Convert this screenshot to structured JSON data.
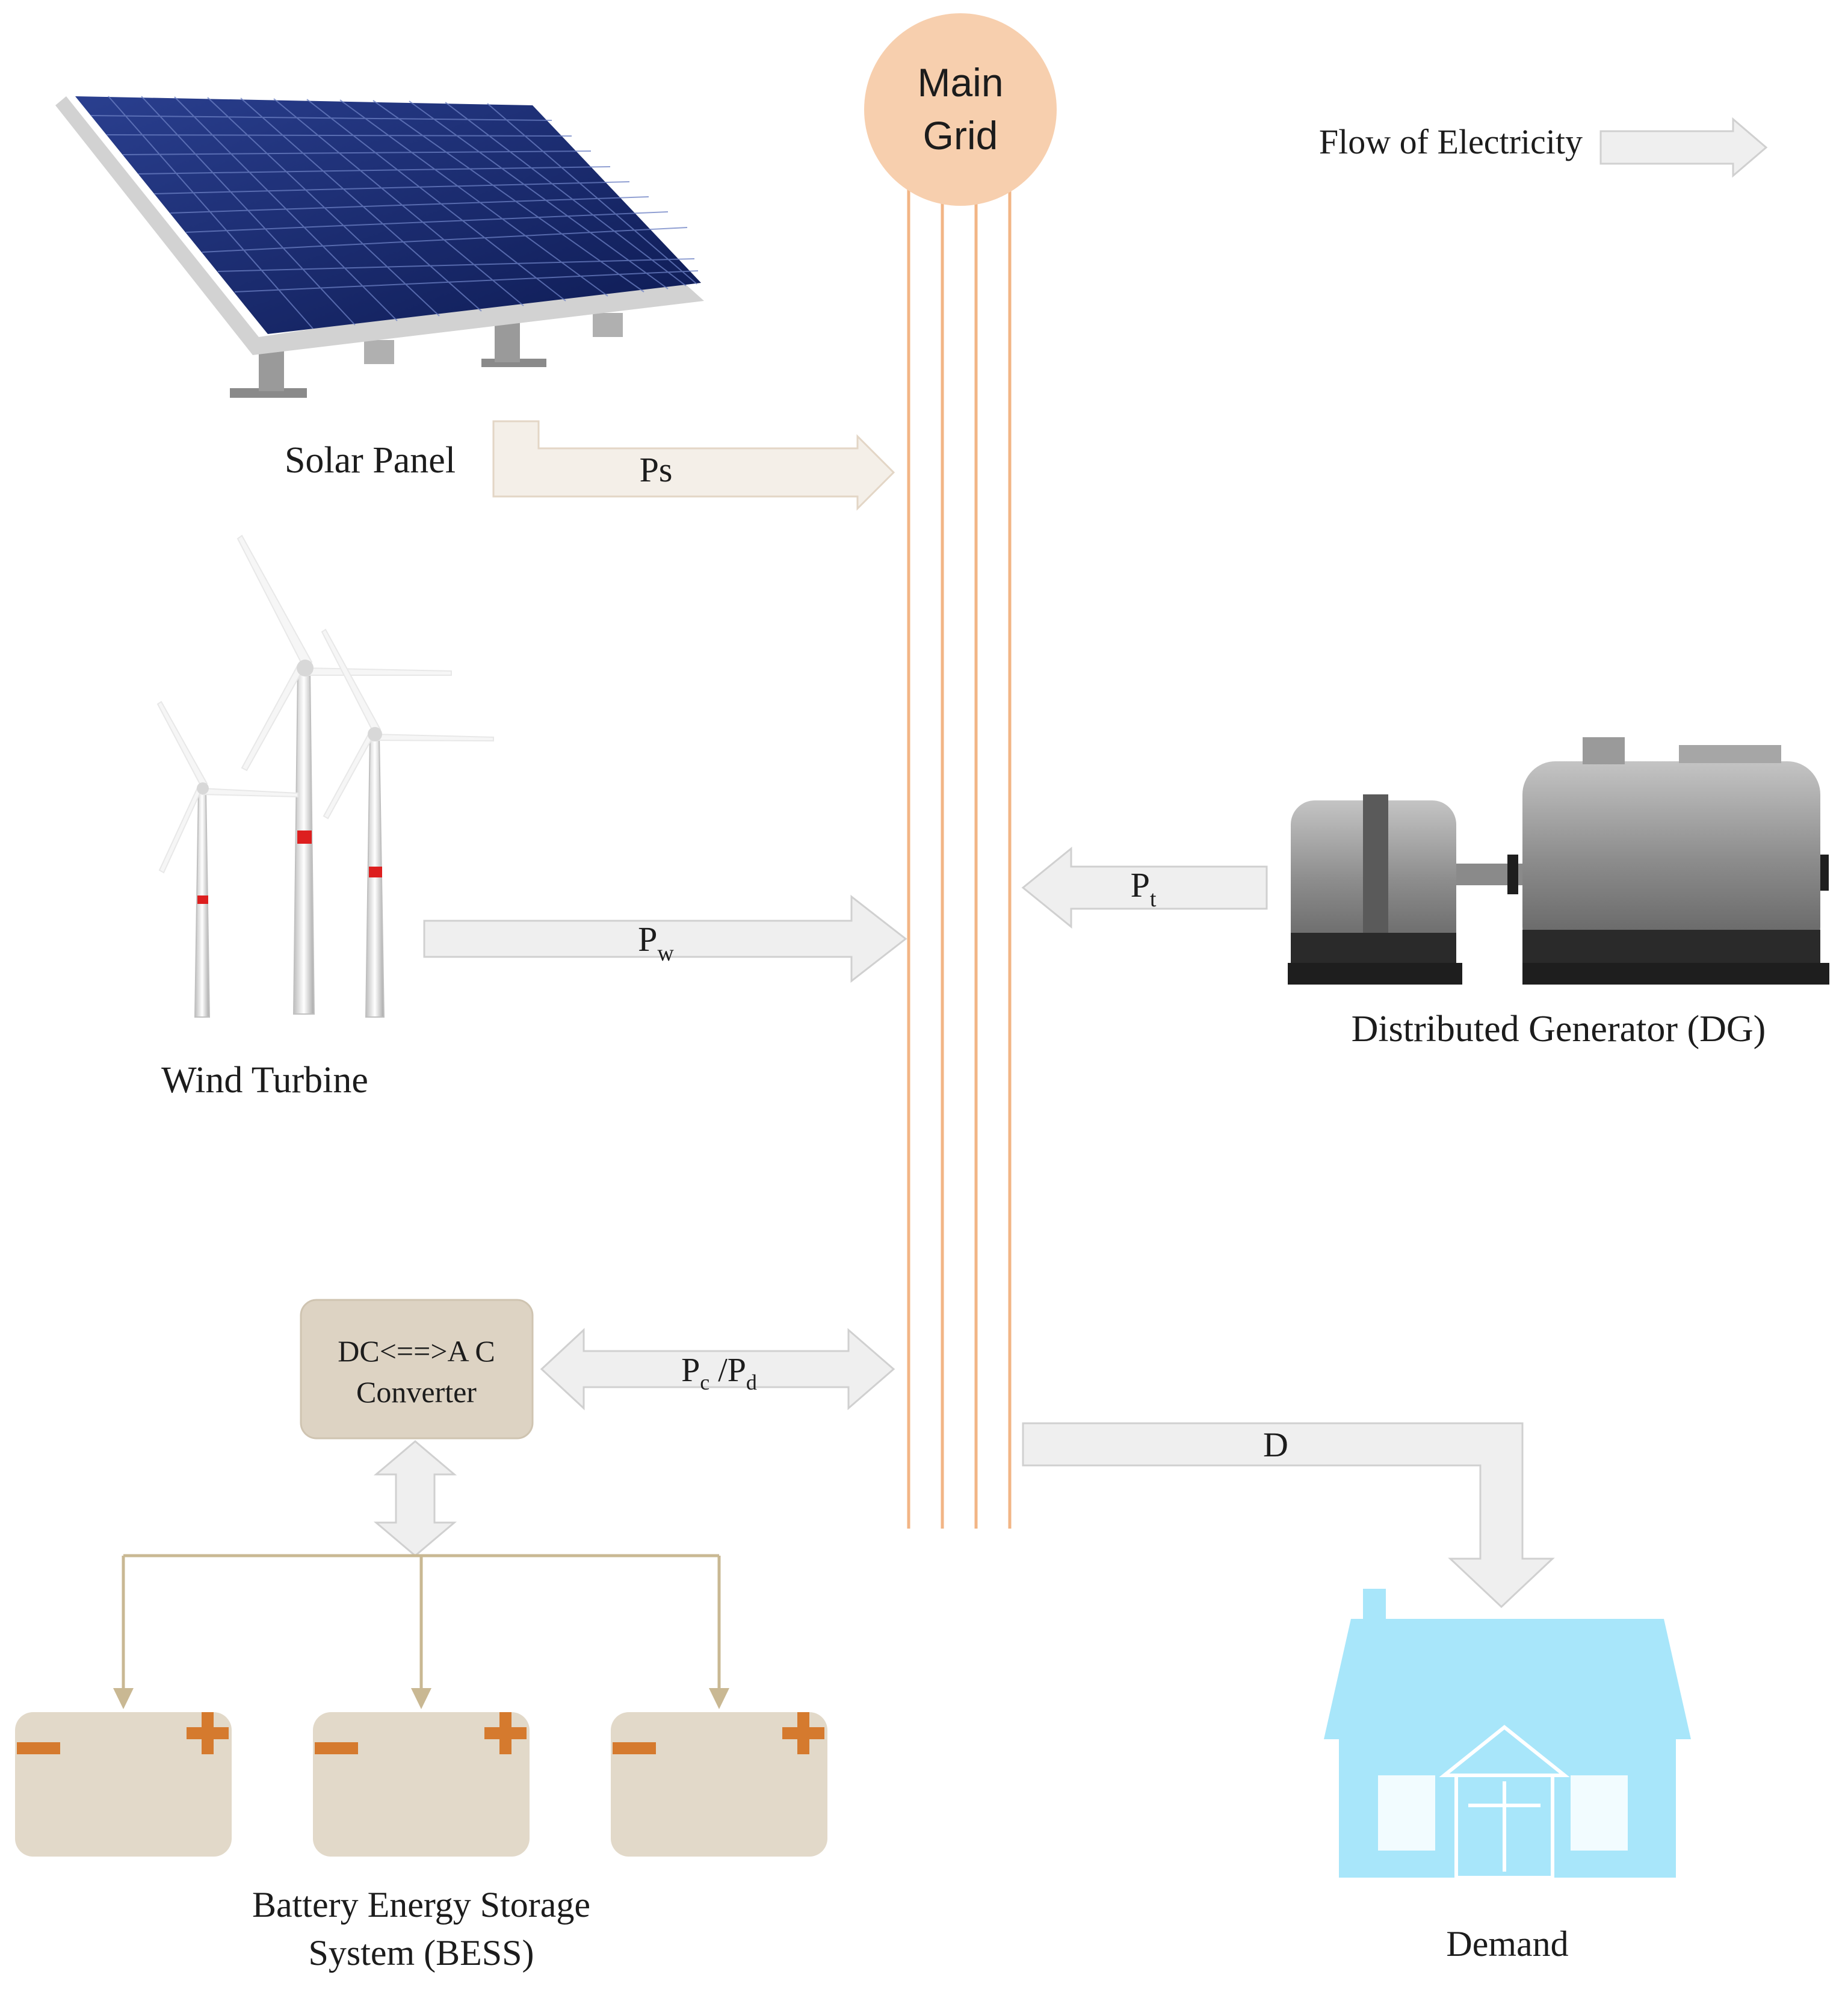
{
  "main_grid": {
    "line1": "Main",
    "line2": "Grid",
    "color": "#f7cfae",
    "line_color": "#f2b585"
  },
  "legend": {
    "label": "Flow of Electricity"
  },
  "solar": {
    "label": "Solar Panel",
    "flow": "Ps",
    "icon": "solar-panel-icon"
  },
  "wind": {
    "label": "Wind Turbine",
    "flow_main": "P",
    "flow_sub": "w",
    "icon": "wind-turbine-icon"
  },
  "generator": {
    "label": "Distributed Generator (DG)",
    "flow_main": "P",
    "flow_sub": "t",
    "icon": "generator-icon"
  },
  "converter": {
    "line1": "DC<==>A C",
    "line2": "Converter",
    "color": "#ddd3c3"
  },
  "storage_flow": {
    "p1": "P",
    "s1": "c",
    "sep": " /P",
    "s2": "d"
  },
  "bess": {
    "line1": "Battery Energy Storage",
    "line2": "System (BESS)",
    "battery_color": "#e2d9c9",
    "terminal_color": "#d57a2e",
    "connector_color": "#c9b893"
  },
  "demand": {
    "label": "Demand",
    "flow": "D",
    "house_color": "#a8e6fa"
  }
}
